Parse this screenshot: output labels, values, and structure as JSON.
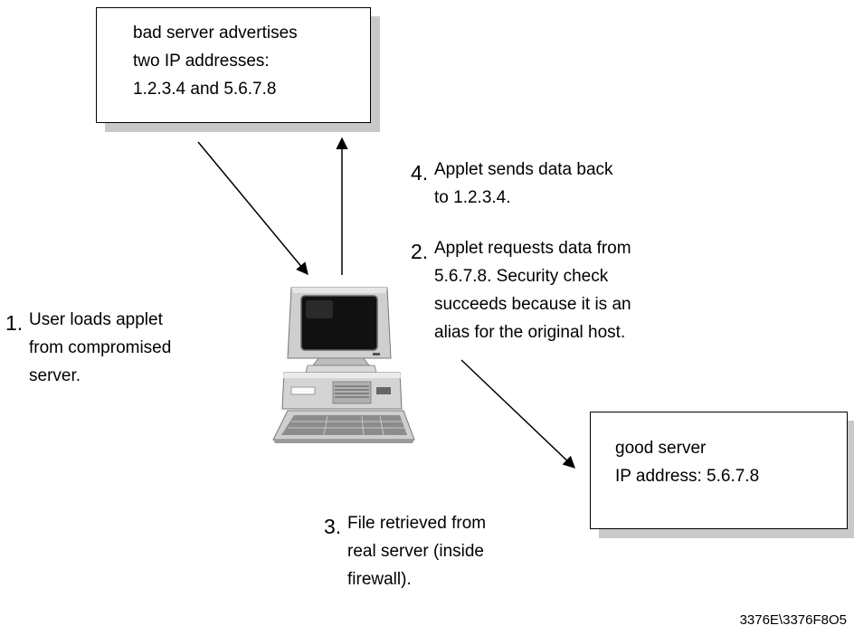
{
  "bad_server": {
    "lines": [
      "bad server advertises",
      "two IP addresses:",
      "1.2.3.4 and 5.6.7.8"
    ]
  },
  "good_server": {
    "lines": [
      "good server",
      "IP address: 5.6.7.8"
    ]
  },
  "steps": [
    {
      "number": "1.",
      "lines": [
        "User loads applet",
        "from compromised",
        "server."
      ]
    },
    {
      "number": "2.",
      "lines": [
        "Applet requests data from",
        "5.6.7.8.  Security check",
        "succeeds because it is an",
        "alias for the original host."
      ]
    },
    {
      "number": "3.",
      "lines": [
        "File retrieved from",
        "real server (inside",
        "firewall)."
      ]
    },
    {
      "number": "4.",
      "lines": [
        "Applet sends data back",
        "to 1.2.3.4."
      ]
    }
  ],
  "figure_ref": "3376E\\3376F8O5",
  "icons": {
    "computer": "desktop-computer-icon"
  }
}
